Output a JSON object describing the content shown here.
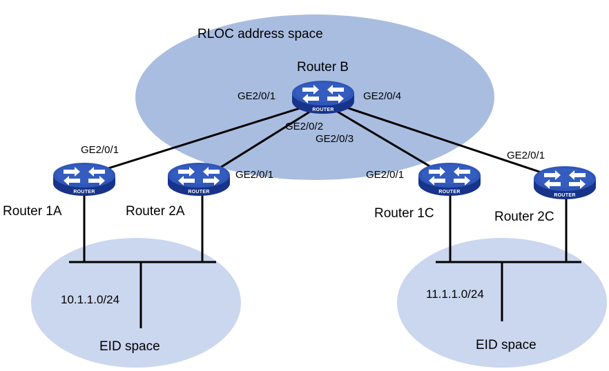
{
  "colors": {
    "rloc_fill": "#a9bde0",
    "eid_fill": "#cbd6ef",
    "line": "#000000",
    "router_top": "#2f56b8",
    "router_side": "#17348a",
    "router_icon": "#ffffff"
  },
  "regions": {
    "rloc": {
      "label": "RLOC address space"
    },
    "eid_left": {
      "subnet": "10.1.1.0/24",
      "label": "EID space"
    },
    "eid_right": {
      "subnet": "11.1.1.0/24",
      "label": "EID space"
    }
  },
  "routers": {
    "b": {
      "name": "Router B",
      "badge": "ROUTER",
      "icon": "router-icon"
    },
    "r1a": {
      "name": "Router 1A",
      "badge": "ROUTER",
      "icon": "router-icon"
    },
    "r2a": {
      "name": "Router 2A",
      "badge": "ROUTER",
      "icon": "router-icon"
    },
    "r1c": {
      "name": "Router 1C",
      "badge": "ROUTER",
      "icon": "router-icon"
    },
    "r2c": {
      "name": "Router 2C",
      "badge": "ROUTER",
      "icon": "router-icon"
    }
  },
  "interfaces": {
    "b_ge1": "GE2/0/1",
    "b_ge2": "GE2/0/2",
    "b_ge3": "GE2/0/3",
    "b_ge4": "GE2/0/4",
    "r1a_ge1": "GE2/0/1",
    "r2a_ge1": "GE2/0/1",
    "r1c_ge1": "GE2/0/1",
    "r2c_ge1": "GE2/0/1"
  }
}
